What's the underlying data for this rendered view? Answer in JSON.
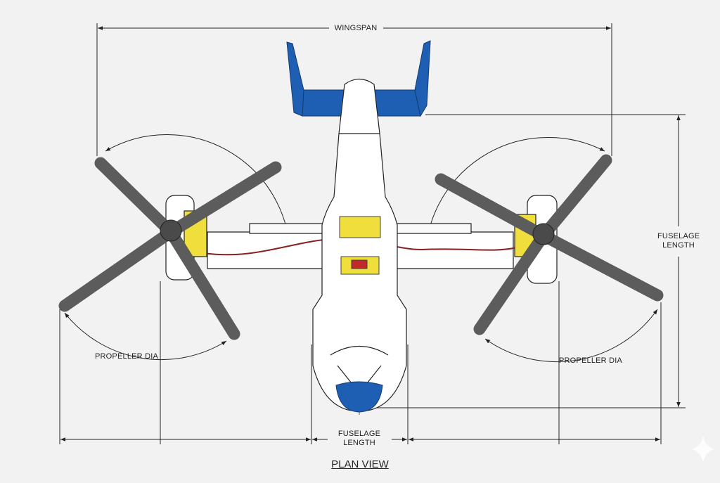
{
  "labels": {
    "wingspan": "WINGSPAN",
    "fuselage_length_right_1": "FUSELAGE",
    "fuselage_length_right_2": "LENGTH",
    "propeller_dia_left": "PROPELLER DIA",
    "propeller_dia_right": "PROPELLER DIA",
    "fuselage_length_bottom_1": "FUSELAGE",
    "fuselage_length_bottom_2": "LENGTH",
    "view_title": "PLAN VIEW"
  },
  "colors": {
    "tail_blue": "#1e5fb4",
    "blade_grey": "#5c5c5c",
    "engine_yellow": "#f0de3c",
    "line": "#222222"
  }
}
